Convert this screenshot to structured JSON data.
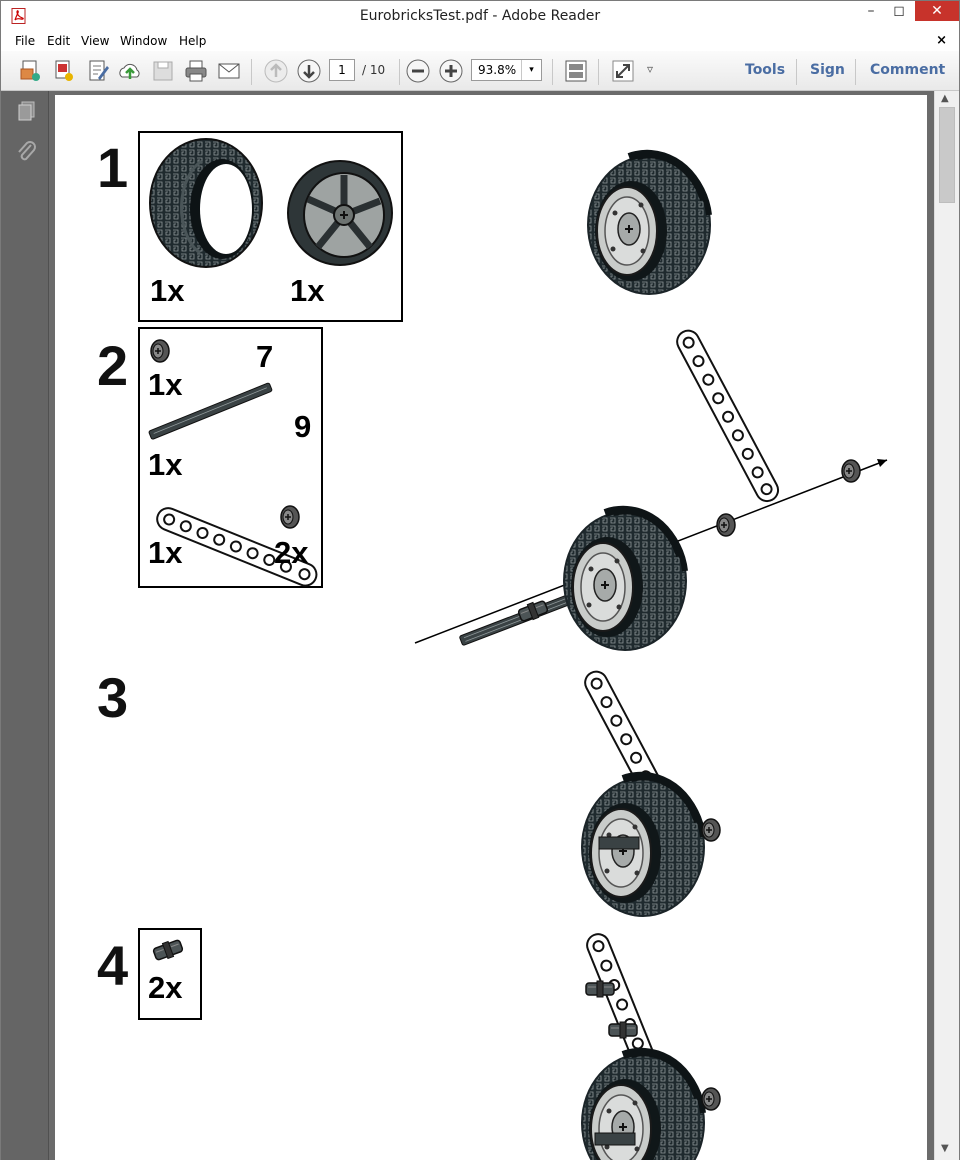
{
  "window": {
    "title": "EurobricksTest.pdf - Adobe Reader",
    "controls": {
      "minimize": "–",
      "maximize": "◻",
      "close": "✕"
    }
  },
  "menu": {
    "items": [
      "File",
      "Edit",
      "View",
      "Window",
      "Help"
    ],
    "close": "×"
  },
  "toolbar": {
    "page_current": "1",
    "page_total": "/ 10",
    "zoom": "93.8%",
    "zoom_arrow": "▾",
    "more_arrow": "▿",
    "links": [
      "Tools",
      "Sign",
      "Comment"
    ],
    "icons": [
      "create-pdf-icon",
      "open-icon",
      "edit-icon",
      "upload-icon",
      "save-icon",
      "print-icon",
      "email-icon",
      "prev-page-icon",
      "next-page-icon",
      "zoom-out-icon",
      "zoom-in-icon",
      "fit-page-icon",
      "fullscreen-icon"
    ]
  },
  "navpane": {
    "icons": [
      "pages-icon",
      "attachments-icon"
    ]
  },
  "scroll": {
    "up": "▲",
    "down": "▼"
  },
  "page": {
    "steps": [
      {
        "number": "1",
        "parts": [
          {
            "qty": "1x"
          },
          {
            "qty": "1x"
          }
        ]
      },
      {
        "number": "2",
        "parts": [
          {
            "qty": "1x"
          },
          {
            "qty": "1x",
            "length": "7"
          },
          {
            "qty": "1x",
            "length": "9"
          },
          {
            "qty": "2x"
          }
        ]
      },
      {
        "number": "3"
      },
      {
        "number": "4",
        "parts": [
          {
            "qty": "2x"
          }
        ]
      }
    ]
  },
  "colors": {
    "tire": "#1f2a2e",
    "rim": "#c9ccca",
    "beam": "#ffffff",
    "link": "#4a6da3",
    "close_button": "#c7332b"
  }
}
